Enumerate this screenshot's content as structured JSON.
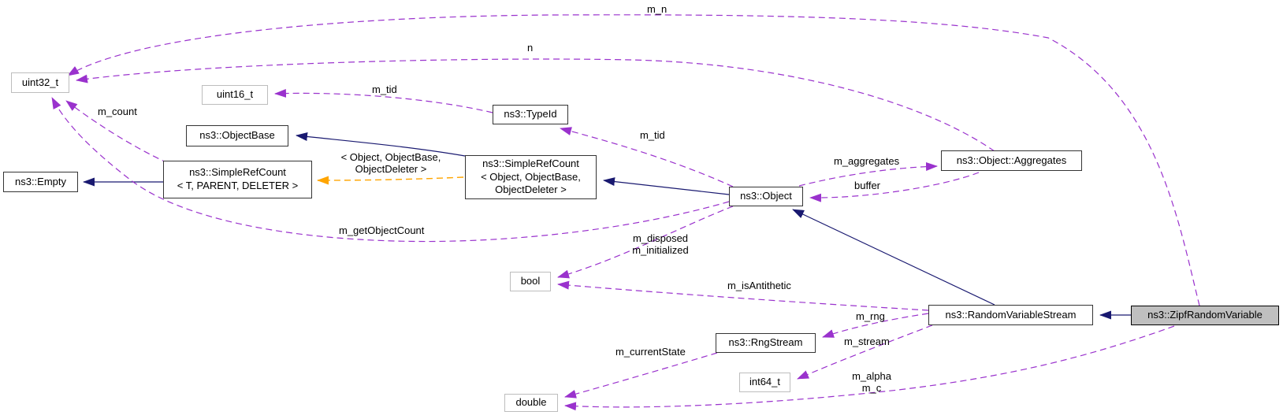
{
  "diagram": {
    "type": "doxygen-collaboration-graph",
    "focus_class": "ns3::ZipfRandomVariable",
    "colors": {
      "background": "#ffffff",
      "inheritance_edge": "#191970",
      "member_edge": "#9a32cd",
      "template_edge": "#ffa500",
      "node_fill": "#ffffff",
      "node_border": "#343434",
      "primitive_border": "#bdbdbd",
      "highlight_fill": "#bfbfbf",
      "text": "#000000"
    },
    "nodes": [
      {
        "id": "uint32_t",
        "label": "uint32_t",
        "kind": "primitive"
      },
      {
        "id": "uint16_t",
        "label": "uint16_t",
        "kind": "primitive"
      },
      {
        "id": "objectbase",
        "label": "ns3::ObjectBase",
        "kind": "class"
      },
      {
        "id": "empty",
        "label": "ns3::Empty",
        "kind": "class"
      },
      {
        "id": "src_tpd",
        "label": "ns3::SimpleRefCount\n< T, PARENT, DELETER >",
        "kind": "class"
      },
      {
        "id": "src_ood",
        "label": "ns3::SimpleRefCount\n< Object, ObjectBase,\nObjectDeleter >",
        "kind": "class"
      },
      {
        "id": "typeid",
        "label": "ns3::TypeId",
        "kind": "class"
      },
      {
        "id": "object",
        "label": "ns3::Object",
        "kind": "class"
      },
      {
        "id": "aggregates",
        "label": "ns3::Object::Aggregates",
        "kind": "class"
      },
      {
        "id": "bool",
        "label": "bool",
        "kind": "primitive"
      },
      {
        "id": "rvs",
        "label": "ns3::RandomVariableStream",
        "kind": "class"
      },
      {
        "id": "zipf",
        "label": "ns3::ZipfRandomVariable",
        "kind": "highlighted-class"
      },
      {
        "id": "rngstream",
        "label": "ns3::RngStream",
        "kind": "class"
      },
      {
        "id": "int64_t",
        "label": "int64_t",
        "kind": "primitive"
      },
      {
        "id": "double",
        "label": "double",
        "kind": "primitive"
      }
    ],
    "edge_labels": [
      {
        "id": "m_n",
        "label": "m_n",
        "edge": "zipf -> uint32_t"
      },
      {
        "id": "n",
        "label": "n",
        "edge": "aggregates -> uint32_t"
      },
      {
        "id": "m_count",
        "label": "m_count",
        "edge": "src_tpd -> uint32_t"
      },
      {
        "id": "m_tid_left",
        "label": "m_tid",
        "edge": "typeid -> uint16_t"
      },
      {
        "id": "m_tid_right",
        "label": "m_tid",
        "edge": "object -> typeid"
      },
      {
        "id": "m_aggregates",
        "label": "m_aggregates",
        "edge": "object -> aggregates"
      },
      {
        "id": "buffer",
        "label": "buffer",
        "edge": "aggregates -> object"
      },
      {
        "id": "m_getObjectCount",
        "label": "m_getObjectCount",
        "edge": "object -> uint32_t"
      },
      {
        "id": "m_disposed",
        "label": "m_disposed\nm_initialized",
        "edge": "object -> bool"
      },
      {
        "id": "m_isAntithetic",
        "label": "m_isAntithetic",
        "edge": "rvs -> bool"
      },
      {
        "id": "m_rng",
        "label": "m_rng",
        "edge": "rvs -> rngstream"
      },
      {
        "id": "m_stream",
        "label": "m_stream",
        "edge": "rvs -> int64_t"
      },
      {
        "id": "m_alpha",
        "label": "m_alpha\nm_c",
        "edge": "zipf -> double"
      },
      {
        "id": "m_currentState",
        "label": "m_currentState",
        "edge": "rngstream -> double"
      },
      {
        "id": "template_args",
        "label": "< Object, ObjectBase,\nObjectDeleter >",
        "edge": "src_ood -> src_tpd"
      }
    ]
  }
}
